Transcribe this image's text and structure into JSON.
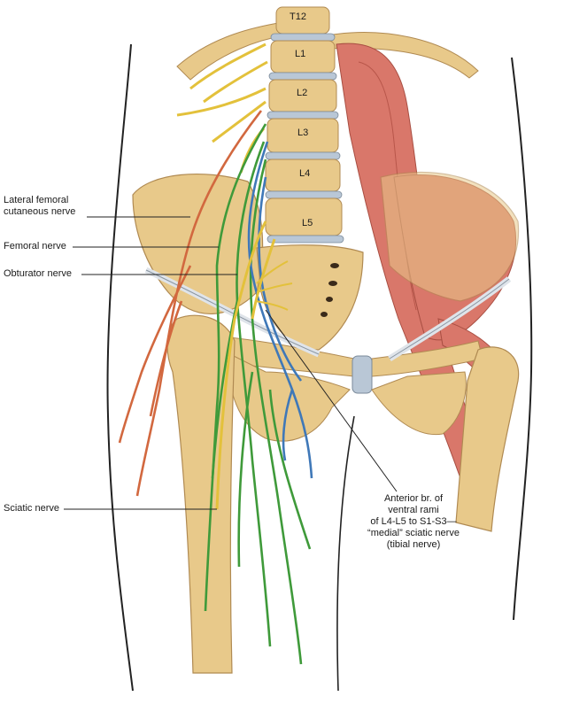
{
  "vertebrae": [
    "T12",
    "L1",
    "L2",
    "L3",
    "L4",
    "L5"
  ],
  "labels": {
    "lateral_femoral_line1": "Lateral femoral",
    "lateral_femoral_line2": "cutaneous nerve",
    "femoral": "Femoral nerve",
    "obturator": "Obturator nerve",
    "sciatic": "Sciatic nerve",
    "anterior_line1": "Anterior br. of",
    "anterior_line2": "ventral rami",
    "anterior_line3": "of L4-L5 to S1-S3—",
    "anterior_line4": "“medial” sciatic nerve",
    "anterior_line5": "(tibial nerve)"
  },
  "colors": {
    "bone": "#e8c98a",
    "bone_shadow": "#c9a263",
    "disc": "#b9c7d6",
    "muscle": "#d9776a",
    "muscle_dark": "#b8564a",
    "femoral_nerve": "#3f9a3a",
    "obturator_nerve": "#3f78b8",
    "lateral_femoral_nerve": "#d2683f",
    "sciatic_nerve": "#e3c13b",
    "ligament": "#dfe4ea",
    "outline": "#222222"
  }
}
